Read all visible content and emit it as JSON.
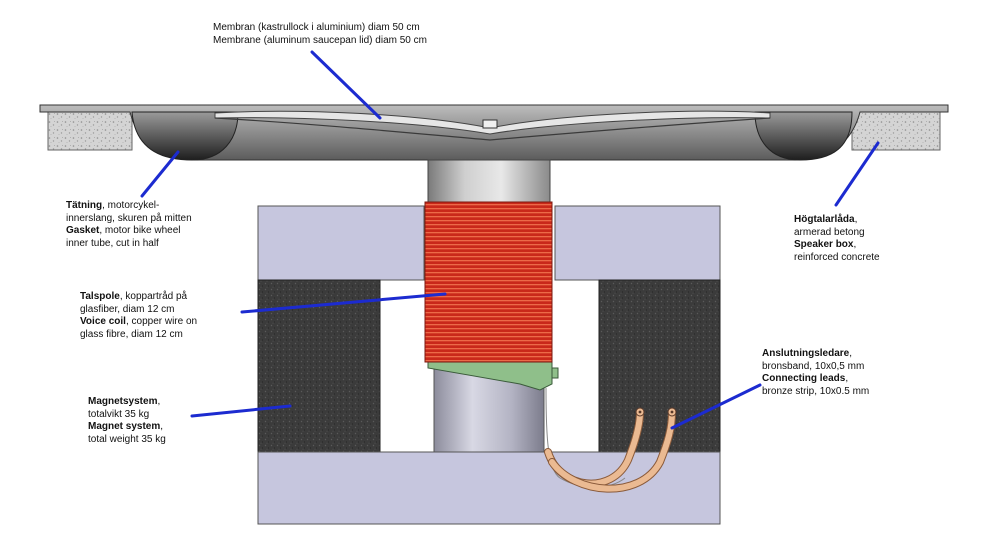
{
  "labels": {
    "membrane": {
      "lines": [
        {
          "bold": "",
          "rest": "Membran (kastrullock i aluminium) diam 50 cm"
        },
        {
          "bold": "",
          "rest": "Membrane (aluminum saucepan lid) diam 50 cm"
        }
      ]
    },
    "gasket": {
      "lines": [
        {
          "bold": "Tätning",
          "rest": ", motorcykel-"
        },
        {
          "bold": "",
          "rest": "innerslang, skuren på mitten"
        },
        {
          "bold": "Gasket",
          "rest": ", motor bike wheel"
        },
        {
          "bold": "",
          "rest": "inner tube, cut in half"
        }
      ]
    },
    "speaker_box": {
      "lines": [
        {
          "bold": "Högtalarlåda",
          "rest": ","
        },
        {
          "bold": "",
          "rest": "armerad betong"
        },
        {
          "bold": "Speaker box",
          "rest": ","
        },
        {
          "bold": "",
          "rest": "reinforced concrete"
        }
      ]
    },
    "voice_coil": {
      "lines": [
        {
          "bold": "Talspole",
          "rest": ", koppartråd på"
        },
        {
          "bold": "",
          "rest": "glasfiber, diam 12 cm"
        },
        {
          "bold": "Voice coil",
          "rest": ", copper wire on"
        },
        {
          "bold": "",
          "rest": "glass fibre, diam 12 cm"
        }
      ]
    },
    "connecting_leads": {
      "lines": [
        {
          "bold": "Anslutningsledare",
          "rest": ","
        },
        {
          "bold": "",
          "rest": "bronsband, 10x0,5 mm"
        },
        {
          "bold": "Connecting leads",
          "rest": ","
        },
        {
          "bold": "",
          "rest": "bronze strip, 10x0.5 mm"
        }
      ]
    },
    "magnet_system": {
      "lines": [
        {
          "bold": "Magnetsystem",
          "rest": ","
        },
        {
          "bold": "",
          "rest": "totalvikt 35 kg"
        },
        {
          "bold": "Magnet system",
          "rest": ","
        },
        {
          "bold": "",
          "rest": "total weight 35 kg"
        }
      ]
    }
  },
  "colors": {
    "leader_line": "#1c2bd0",
    "coil_red": "#cc2a1c",
    "coil_stripe": "#e85a3c",
    "magnet_plate": "#c4c4dc",
    "magnet_dark": "#3a3a3a",
    "concrete": "#cfcfcf",
    "copper_strip": "#e8b48c",
    "former_green": "#8fbf8a"
  }
}
